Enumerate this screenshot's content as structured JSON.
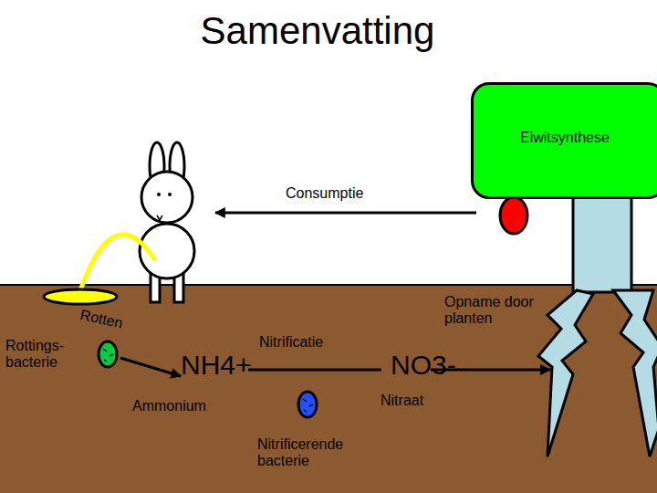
{
  "diagram": {
    "title": "Samenvatting",
    "nodes": [
      {
        "text": [
          "Eiwitsynthese"
        ]
      }
    ],
    "labels": [
      "Consumptie",
      "Rotten",
      "Rottings- bacterie",
      "NH4+",
      "Ammonium",
      "Nitrificatie",
      "NO3-",
      "Nitraat",
      "Nitrificerende bacterie",
      "Opname door planten"
    ]
  }
}
